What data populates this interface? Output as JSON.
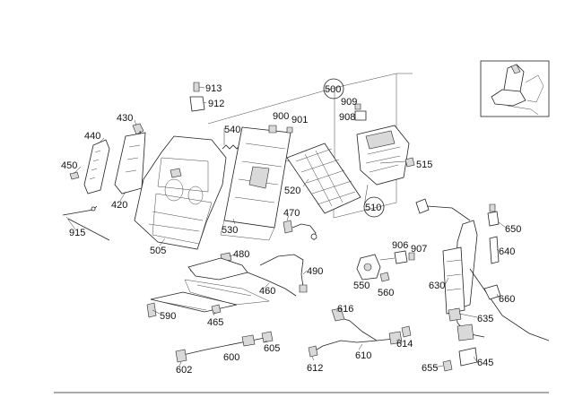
{
  "diagram": {
    "callouts": [
      "913",
      "912",
      "430",
      "440",
      "450",
      "420",
      "915",
      "505",
      "540",
      "900",
      "901",
      "530",
      "520",
      "500",
      "909",
      "908",
      "515",
      "510",
      "470",
      "480",
      "490",
      "460",
      "465",
      "590",
      "906",
      "907",
      "550",
      "560",
      "650",
      "640",
      "630",
      "660",
      "635",
      "616",
      "602",
      "600",
      "605",
      "614",
      "612",
      "610",
      "655",
      "645"
    ]
  },
  "colors": {
    "line": "#222222",
    "background": "#ffffff",
    "part_fill": "#d9d9d9"
  }
}
